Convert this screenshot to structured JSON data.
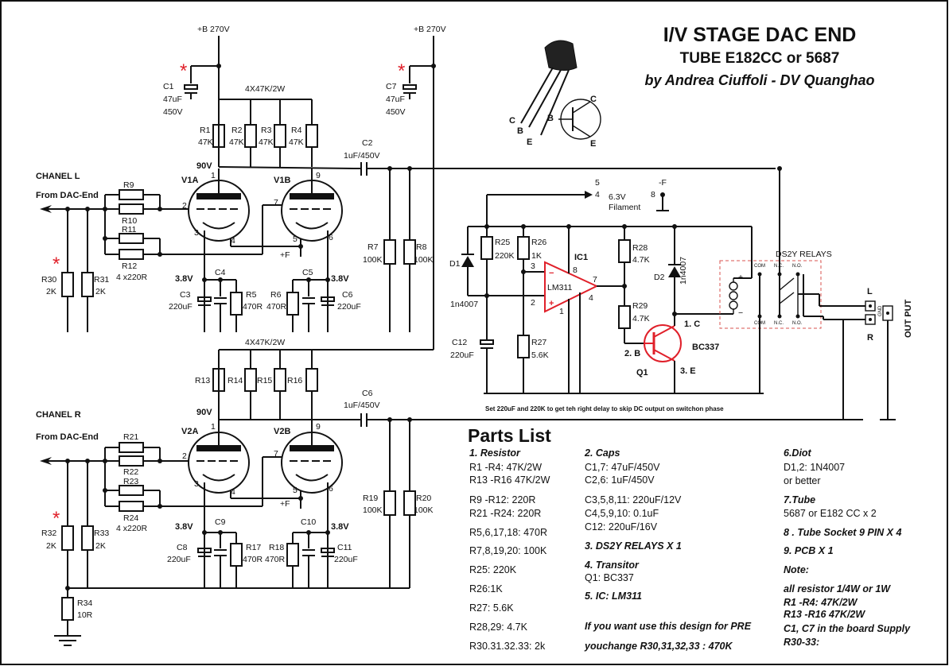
{
  "title": {
    "line1": "I/V STAGE DAC  END",
    "line2": "TUBE E182CC or 5687",
    "line3": "by Andrea Ciuffoli - DV Quanghao"
  },
  "supply": {
    "b_plus_left": "+B 270V",
    "b_plus_right": "+B 270V",
    "f_plus": "+F",
    "f_minus": "-F",
    "filament": "6.3V\nFilament"
  },
  "labels": {
    "chanel_l": "CHANEL L",
    "chanel_r": "CHANEL R",
    "from_dac": "From DAC-End",
    "res_4x47k": "4X47K/2W",
    "res_4x220": "4 x220R",
    "v90": "90V",
    "v38": "3.8V",
    "c1": "C1",
    "c1v": "47uF",
    "c1u": "450V",
    "c7": "C7",
    "c7v": "47uF",
    "c7u": "450V",
    "c2": "C2",
    "c2v": "1uF/450V",
    "c6": "C6",
    "c6v": "1uF/450V",
    "r1": "R1",
    "r2": "R2",
    "r3": "R3",
    "r4": "R4",
    "r47k": "47K",
    "r13": "R13",
    "r14": "R14",
    "r15": "R15",
    "r16": "R16",
    "r9": "R9",
    "r10": "R10",
    "r11": "R11",
    "r12": "R12",
    "r21": "R21",
    "r22": "R22",
    "r23": "R23",
    "r24": "R24",
    "v1a": "V1A",
    "v1b": "V1B",
    "v2a": "V2A",
    "v2b": "V2B",
    "r7": "R7",
    "r8": "R8",
    "r19": "R19",
    "r20": "R20",
    "r100k": "100K",
    "r30": "R30",
    "r31": "R31",
    "r32": "R32",
    "r33": "R33",
    "r2k": "2K",
    "r34": "R34",
    "r34v": "10R",
    "c3": "C3",
    "c4": "C4",
    "c5": "C5",
    "c8": "C8",
    "c9": "C9",
    "c10": "C10",
    "c11": "C11",
    "c220": "220uF",
    "c_6": "C6",
    "r5": "R5",
    "r6": "R6",
    "r17": "R17",
    "r18": "R18",
    "r470": "470R",
    "d1": "D1",
    "d1v": "1n4007",
    "d2": "D2",
    "d2v": "1n4007",
    "r25": "R25",
    "r25v": "220K",
    "r26": "R26",
    "r26v": "1K",
    "r27": "R27",
    "r27v": "5.6K",
    "r28": "R28",
    "r28v": "4.7K",
    "r29": "R29",
    "r29v": "4.7K",
    "c12": "C12",
    "c12v": "220uF",
    "ic1": "IC1",
    "lm311": "LM311",
    "q1": "Q1",
    "bc337": "BC337",
    "q1c": "1. C",
    "q1b": "2. B",
    "q1e": "3. E",
    "relays": "DS2Y RELAYS",
    "com": "COM",
    "nc": "N.C.",
    "no": "N.O.",
    "out_l": "L",
    "out_r": "R",
    "output": "OUT PUT",
    "gnd_o": "GND",
    "note_delay": "Set 220uF and 220K to get teh right delay to skip DC output on switchon phase",
    "pin1": "1",
    "pin2": "2",
    "pin3": "3",
    "pin4": "4",
    "pin5": "5",
    "pin6": "6",
    "pin7": "7",
    "pin8": "8",
    "pin9": "9",
    "pinC": "C",
    "pinB": "B",
    "pinE": "E"
  },
  "parts_list": {
    "heading": "Parts List",
    "col1": [
      {
        "t": "1. Resistor",
        "b": true
      },
      {
        "t": "R1 -R4: 47K/2W"
      },
      {
        "t": "R13 -R16 47K/2W"
      },
      {
        "t": "R9 -R12: 220R"
      },
      {
        "t": "R21 -R24: 220R"
      },
      {
        "t": "R5,6,17,18: 470R"
      },
      {
        "t": "R7,8,19,20: 100K"
      },
      {
        "t": "R25: 220K"
      },
      {
        "t": "R26:1K"
      },
      {
        "t": "R27: 5.6K"
      },
      {
        "t": "R28,29: 4.7K"
      },
      {
        "t": "R30.31.32.33: 2k"
      }
    ],
    "col2": [
      {
        "t": "2. Caps",
        "b": true
      },
      {
        "t": "C1,7: 47uF/450V"
      },
      {
        "t": "C2,6: 1uF/450V"
      },
      {
        "t": "C3,5,8,11: 220uF/12V"
      },
      {
        "t": "C4,5,9,10: 0.1uF"
      },
      {
        "t": "C12: 220uF/16V"
      },
      {
        "t": "3. DS2Y RELAYS X 1",
        "b": true
      },
      {
        "t": "4. Transitor",
        "b": true
      },
      {
        "t": "Q1:  BC337"
      },
      {
        "t": "5. IC: LM311",
        "b": true
      },
      {
        "t": "If you want use this design for PRE",
        "b": true
      },
      {
        "t": "youchange R30,31,32,33 : 470K",
        "b": true
      }
    ],
    "col3": [
      {
        "t": "6.Diot",
        "b": true
      },
      {
        "t": "D1,2: 1N4007"
      },
      {
        "t": "or better"
      },
      {
        "t": "7.Tube",
        "b": true
      },
      {
        "t": "5687 or E182 CC x 2"
      },
      {
        "t": "8 . Tube Socket 9 PIN X 4",
        "b": true
      },
      {
        "t": "9. PCB X 1",
        "b": true
      },
      {
        "t": "Note:",
        "b": true
      },
      {
        "t": "all resistor 1/4W or 1W",
        "b": true
      },
      {
        "t": "R1 -R4: 47K/2W",
        "b": true
      },
      {
        "t": "R13 -R16 47K/2W",
        "b": true
      },
      {
        "t": "C1, C7 in the board Supply",
        "b": true
      },
      {
        "t": "R30-33:",
        "b": true
      }
    ]
  },
  "colors": {
    "line": "#111111",
    "accent": "#e0202a",
    "relay_box": "#d9534f"
  }
}
